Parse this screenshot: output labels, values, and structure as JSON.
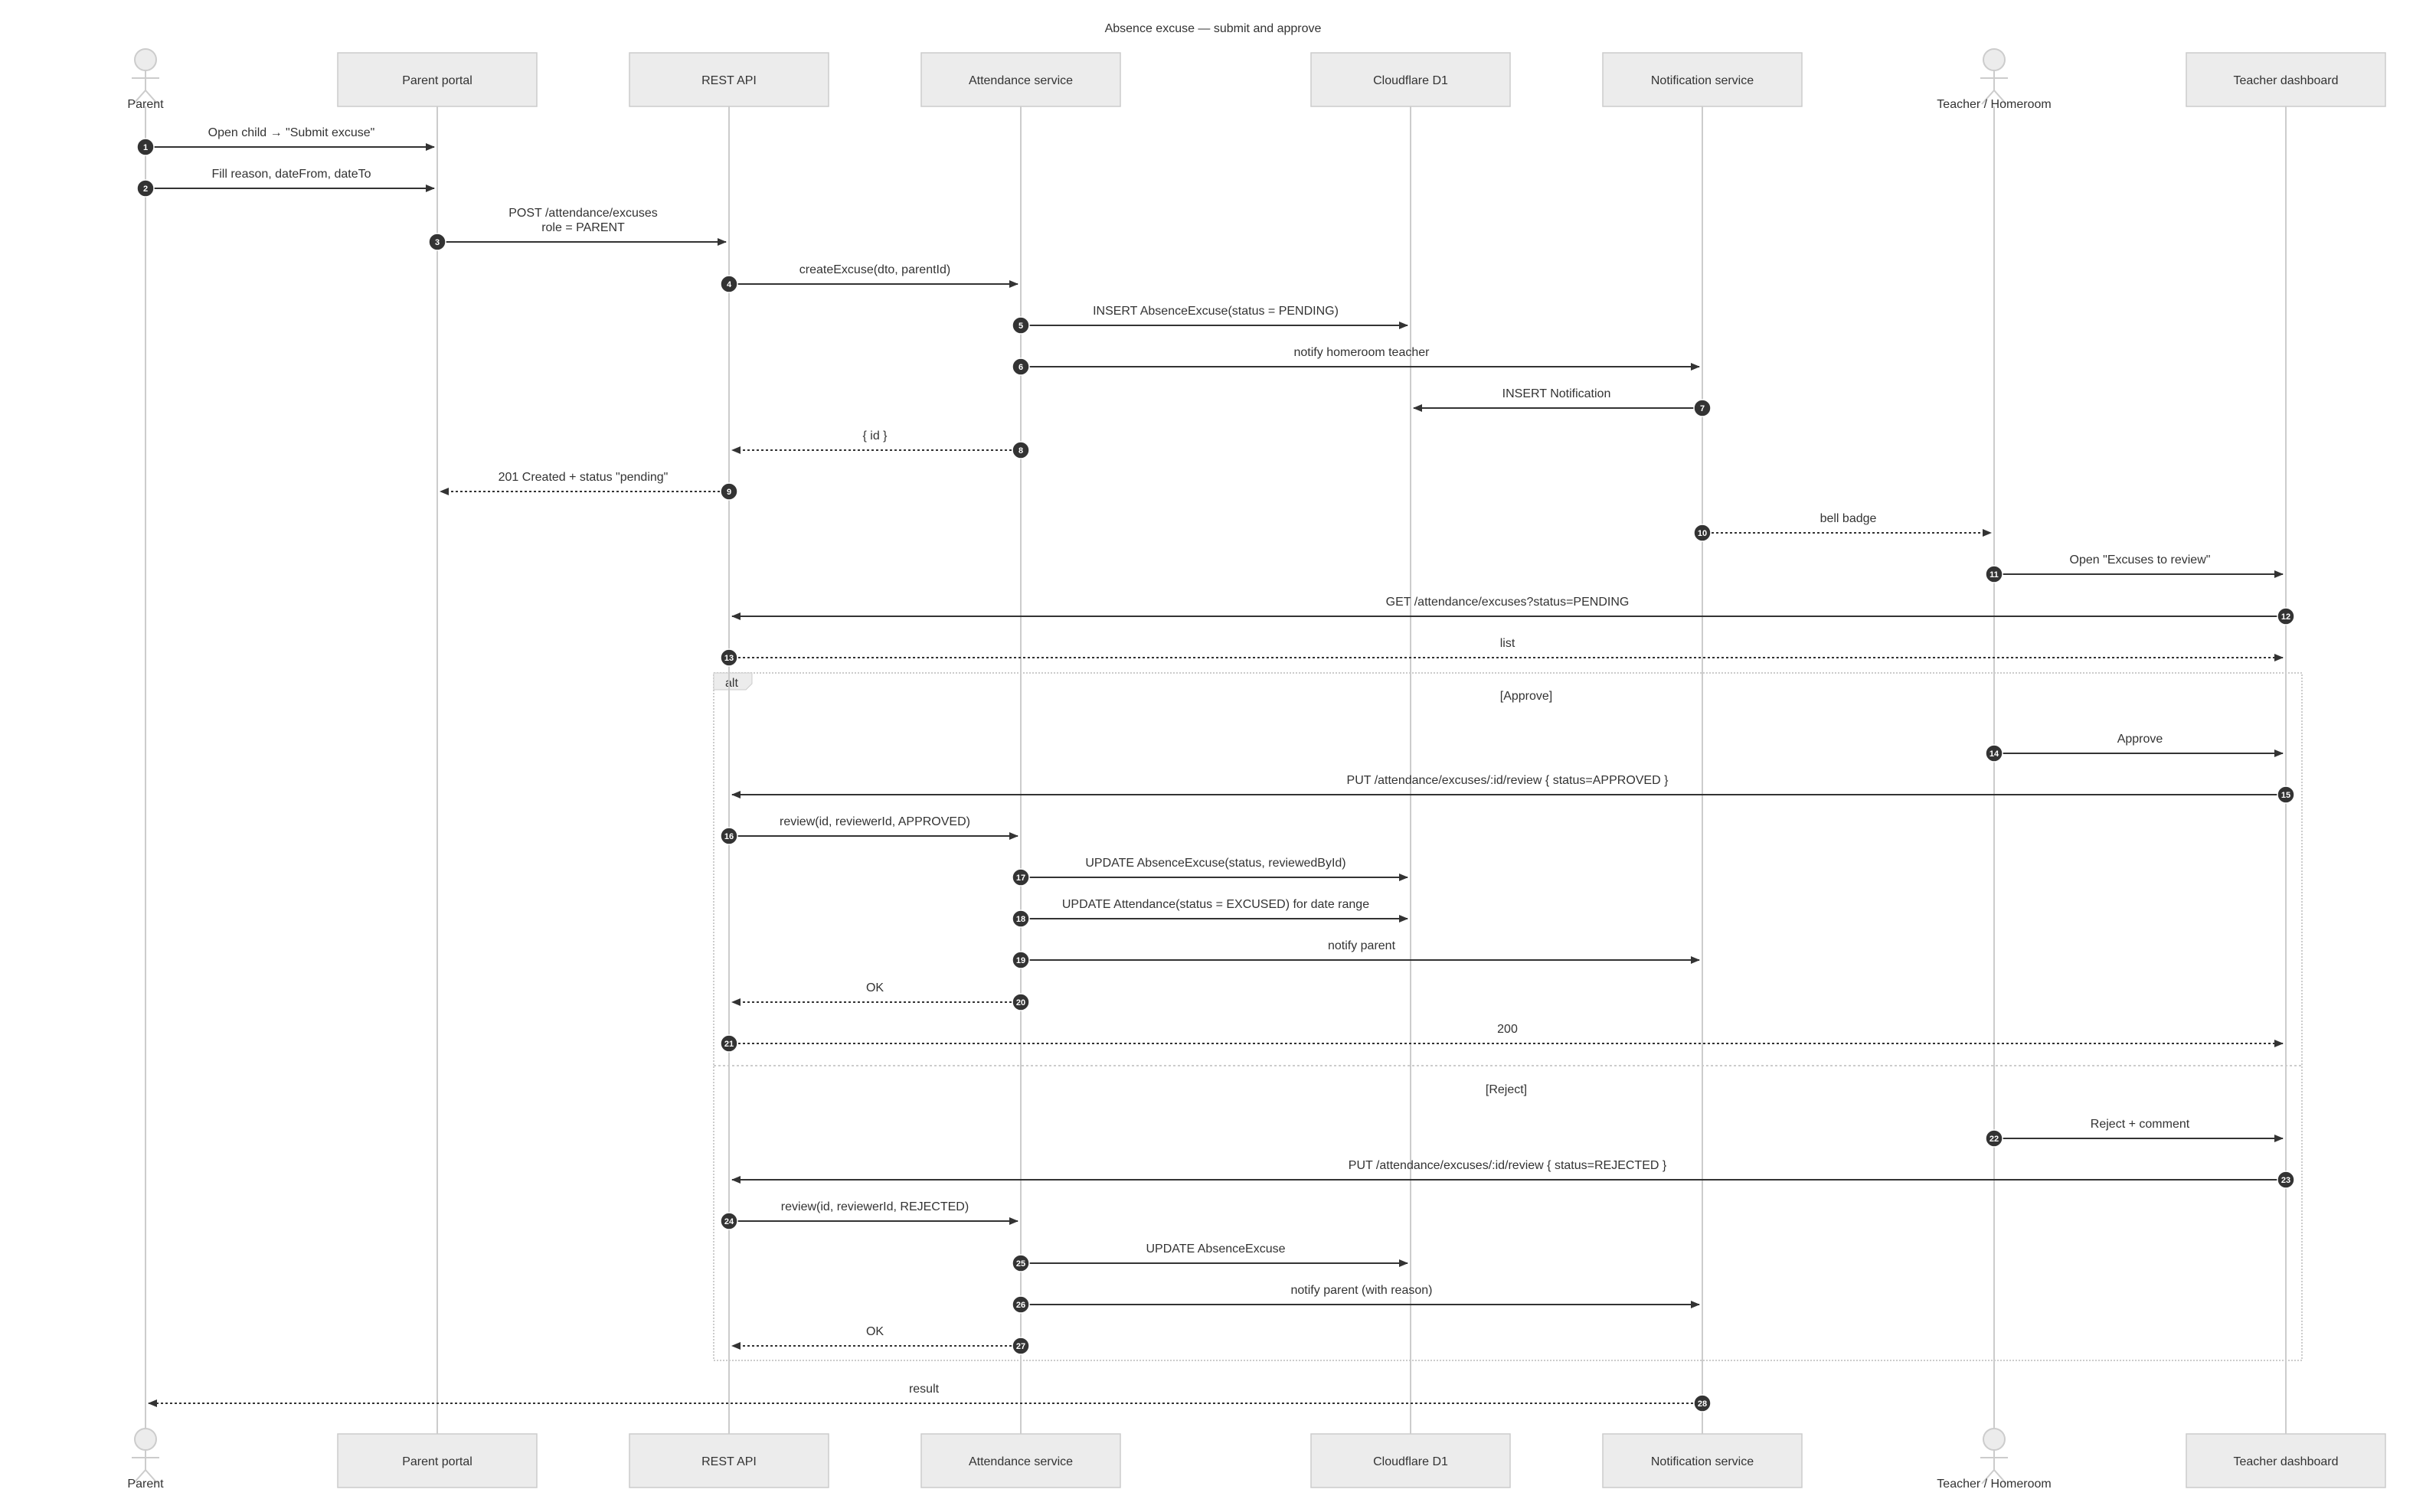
{
  "title": "Absence excuse — submit and approve",
  "colors": {
    "box_fill": "#ececec",
    "box_stroke": "#cccccc",
    "lifeline": "#cccccc",
    "arrow": "#333333",
    "badge": "#333333",
    "badge_text": "#ffffff",
    "text": "#333333",
    "frame": "#cccccc"
  },
  "participants": [
    {
      "id": "parent",
      "name": "Parent",
      "type": "actor"
    },
    {
      "id": "portal",
      "name": "Parent portal",
      "type": "box"
    },
    {
      "id": "api",
      "name": "REST API",
      "type": "box"
    },
    {
      "id": "att",
      "name": "Attendance service",
      "type": "box"
    },
    {
      "id": "d1",
      "name": "Cloudflare D1",
      "type": "box"
    },
    {
      "id": "notif",
      "name": "Notification service",
      "type": "box"
    },
    {
      "id": "teacher",
      "name": "Teacher / Homeroom",
      "type": "actor"
    },
    {
      "id": "dash",
      "name": "Teacher dashboard",
      "type": "box"
    }
  ],
  "messages": [
    {
      "n": 1,
      "from": "parent",
      "to": "portal",
      "label": [
        "Open child → \"Submit excuse\""
      ],
      "dashed": false
    },
    {
      "n": 2,
      "from": "parent",
      "to": "portal",
      "label": [
        "Fill reason, dateFrom, dateTo"
      ],
      "dashed": false
    },
    {
      "n": 3,
      "from": "portal",
      "to": "api",
      "label": [
        "POST /attendance/excuses",
        "role = PARENT"
      ],
      "dashed": false
    },
    {
      "n": 4,
      "from": "api",
      "to": "att",
      "label": [
        "createExcuse(dto, parentId)"
      ],
      "dashed": false
    },
    {
      "n": 5,
      "from": "att",
      "to": "d1",
      "label": [
        "INSERT AbsenceExcuse(status = PENDING)"
      ],
      "dashed": false
    },
    {
      "n": 6,
      "from": "att",
      "to": "notif",
      "label": [
        "notify homeroom teacher"
      ],
      "dashed": false
    },
    {
      "n": 7,
      "from": "notif",
      "to": "d1",
      "label": [
        "INSERT Notification"
      ],
      "dashed": false
    },
    {
      "n": 8,
      "from": "att",
      "to": "api",
      "label": [
        "{ id }"
      ],
      "dashed": true
    },
    {
      "n": 9,
      "from": "api",
      "to": "portal",
      "label": [
        "201 Created + status \"pending\""
      ],
      "dashed": true
    },
    {
      "n": 10,
      "from": "notif",
      "to": "teacher",
      "label": [
        "bell badge"
      ],
      "dashed": true
    },
    {
      "n": 11,
      "from": "teacher",
      "to": "dash",
      "label": [
        "Open \"Excuses to review\""
      ],
      "dashed": false
    },
    {
      "n": 12,
      "from": "dash",
      "to": "api",
      "label": [
        "GET /attendance/excuses?status=PENDING"
      ],
      "dashed": false
    },
    {
      "n": 13,
      "from": "api",
      "to": "dash",
      "label": [
        "list"
      ],
      "dashed": true
    },
    {
      "n": 14,
      "from": "teacher",
      "to": "dash",
      "label": [
        "Approve"
      ],
      "dashed": false
    },
    {
      "n": 15,
      "from": "dash",
      "to": "api",
      "label": [
        "PUT /attendance/excuses/:id/review { status=APPROVED }"
      ],
      "dashed": false
    },
    {
      "n": 16,
      "from": "api",
      "to": "att",
      "label": [
        "review(id, reviewerId, APPROVED)"
      ],
      "dashed": false
    },
    {
      "n": 17,
      "from": "att",
      "to": "d1",
      "label": [
        "UPDATE AbsenceExcuse(status, reviewedById)"
      ],
      "dashed": false
    },
    {
      "n": 18,
      "from": "att",
      "to": "d1",
      "label": [
        "UPDATE Attendance(status = EXCUSED) for date range"
      ],
      "dashed": false
    },
    {
      "n": 19,
      "from": "att",
      "to": "notif",
      "label": [
        "notify parent"
      ],
      "dashed": false
    },
    {
      "n": 20,
      "from": "att",
      "to": "api",
      "label": [
        "OK"
      ],
      "dashed": true
    },
    {
      "n": 21,
      "from": "api",
      "to": "dash",
      "label": [
        "200"
      ],
      "dashed": true
    },
    {
      "n": 22,
      "from": "teacher",
      "to": "dash",
      "label": [
        "Reject + comment"
      ],
      "dashed": false
    },
    {
      "n": 23,
      "from": "dash",
      "to": "api",
      "label": [
        "PUT /attendance/excuses/:id/review { status=REJECTED }"
      ],
      "dashed": false
    },
    {
      "n": 24,
      "from": "api",
      "to": "att",
      "label": [
        "review(id, reviewerId, REJECTED)"
      ],
      "dashed": false
    },
    {
      "n": 25,
      "from": "att",
      "to": "d1",
      "label": [
        "UPDATE AbsenceExcuse"
      ],
      "dashed": false
    },
    {
      "n": 26,
      "from": "att",
      "to": "notif",
      "label": [
        "notify parent (with reason)"
      ],
      "dashed": false
    },
    {
      "n": 27,
      "from": "att",
      "to": "api",
      "label": [
        "OK"
      ],
      "dashed": true
    },
    {
      "n": 28,
      "from": "notif",
      "to": "parent",
      "label": [
        "result"
      ],
      "dashed": true
    }
  ],
  "alt_frame": {
    "keyword": "alt",
    "sections": [
      "[Approve]",
      "[Reject]"
    ]
  }
}
